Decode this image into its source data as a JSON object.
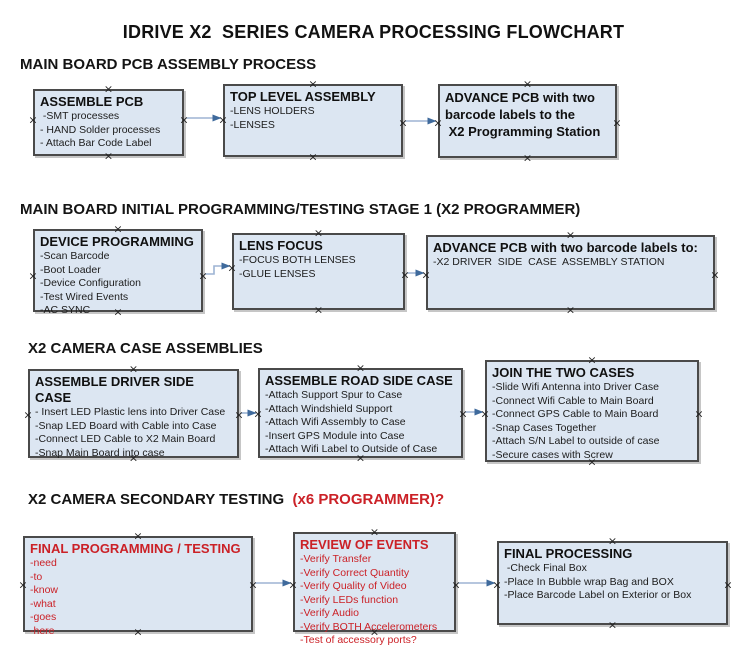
{
  "title": "IDRIVE X2  SERIES CAMERA PROCESSING FLOWCHART",
  "colors": {
    "background": "#ffffff",
    "box_fill": "#dce6f2",
    "box_border": "#4a4a4a",
    "arrow_line": "#9db4d4",
    "arrow_head": "#3f6a9c",
    "red_text": "#cb2127",
    "black_text": "#141414"
  },
  "sections": [
    {
      "heading": "MAIN BOARD PCB ASSEMBLY PROCESS",
      "boxes": [
        {
          "title": "ASSEMBLE PCB",
          "items": [
            " -SMT processes",
            "- HAND Solder processes",
            "- Attach Bar Code Label"
          ]
        },
        {
          "title": "TOP LEVEL ASSEMBLY",
          "items": [
            "-LENS HOLDERS",
            "-LENSES"
          ]
        },
        {
          "title": "ADVANCE PCB with two\nbarcode labels to the\n X2 Programming Station",
          "items": []
        }
      ]
    },
    {
      "heading": "MAIN BOARD INITIAL PROGRAMMING/TESTING STAGE 1 (X2 PROGRAMMER)",
      "boxes": [
        {
          "title": "DEVICE PROGRAMMING",
          "items": [
            "-Scan Barcode",
            "-Boot Loader",
            "-Device Configuration",
            "-Test Wired Events",
            "-AC SYNC"
          ]
        },
        {
          "title": "LENS FOCUS",
          "items": [
            "-FOCUS BOTH LENSES",
            "-GLUE LENSES"
          ]
        },
        {
          "title": "ADVANCE PCB with two barcode labels to:",
          "items": [
            "-X2 DRIVER  SIDE  CASE  ASSEMBLY STATION"
          ]
        }
      ]
    },
    {
      "heading": "X2 CAMERA CASE ASSEMBLIES",
      "boxes": [
        {
          "title": "ASSEMBLE DRIVER SIDE CASE",
          "items": [
            "- Insert LED Plastic lens into Driver Case",
            "-Snap LED Board with Cable into Case",
            "-Connect LED Cable to X2 Main Board",
            "-Snap Main Board into case"
          ]
        },
        {
          "title": "ASSEMBLE ROAD SIDE CASE",
          "items": [
            "-Attach Support Spur to Case",
            "-Attach Windshield Support",
            "-Attach Wifi Assembly to Case",
            "-Insert GPS Module into Case",
            "-Attach Wifi Label to Outside of Case"
          ]
        },
        {
          "title": "JOIN THE TWO CASES",
          "items": [
            "-Slide Wifi Antenna into Driver Case",
            "-Connect Wifi Cable to Main Board",
            "-Connect GPS Cable to Main Board",
            "-Snap Cases Together",
            "-Attach S/N Label to outside of case",
            "-Secure cases with Screw"
          ]
        }
      ]
    },
    {
      "heading": "X2 CAMERA SECONDARY TESTING",
      "heading_red": "  (x6 PROGRAMMER)?",
      "boxes": [
        {
          "title": "FINAL PROGRAMMING / TESTING",
          "items": [
            "-need",
            "-to",
            "-know",
            "-what",
            "-goes",
            "-here"
          ]
        },
        {
          "title": "REVIEW OF EVENTS",
          "items": [
            "-Verify Transfer",
            "-Verify Correct Quantity",
            "-Verify Quality of Video",
            "-Verify LEDs function",
            "-Verify Audio",
            "-Verify BOTH Accelerometers",
            "-Test of accessory ports?"
          ]
        },
        {
          "title": "FINAL PROCESSING",
          "items": [
            " -Check Final Box",
            "-Place In Bubble wrap Bag and BOX",
            "-Place Barcode Label on Exterior or Box"
          ]
        }
      ]
    }
  ]
}
